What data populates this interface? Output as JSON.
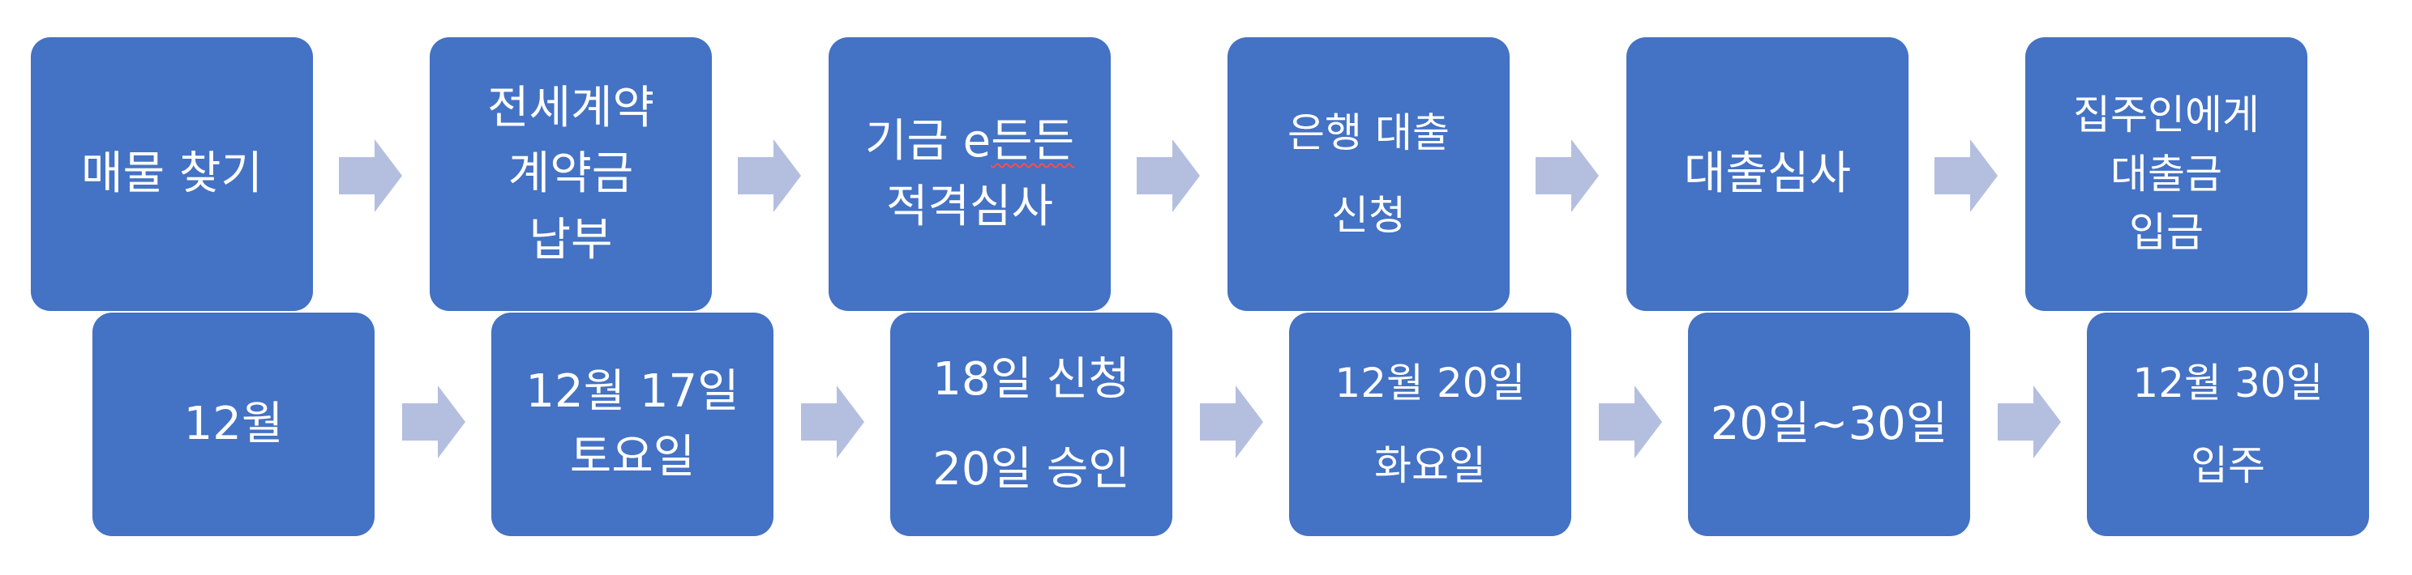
{
  "colors": {
    "box_fill": "#4472c4",
    "arrow_fill": "#b4bfe0",
    "text": "#ffffff"
  },
  "top_row": [
    {
      "lines": [
        "매물 찾기"
      ]
    },
    {
      "lines": [
        "전세계약",
        "계약금",
        "납부"
      ]
    },
    {
      "lines": [
        "기금 e든든",
        "적격심사"
      ]
    },
    {
      "lines": [
        "은행 대출",
        "신청"
      ]
    },
    {
      "lines": [
        "대출심사"
      ]
    },
    {
      "lines": [
        "집주인에게",
        "대출금",
        "입금"
      ]
    }
  ],
  "bottom_row": [
    {
      "lines": [
        "12월"
      ]
    },
    {
      "lines": [
        "12월 17일",
        "토요일"
      ]
    },
    {
      "lines": [
        "18일 신청",
        "20일 승인"
      ]
    },
    {
      "lines": [
        "12월 20일",
        "화요일"
      ]
    },
    {
      "lines": [
        "20일~30일"
      ]
    },
    {
      "lines": [
        "12월 30일",
        "입주"
      ]
    }
  ],
  "arrow_icon": "chevron-right-arrow"
}
